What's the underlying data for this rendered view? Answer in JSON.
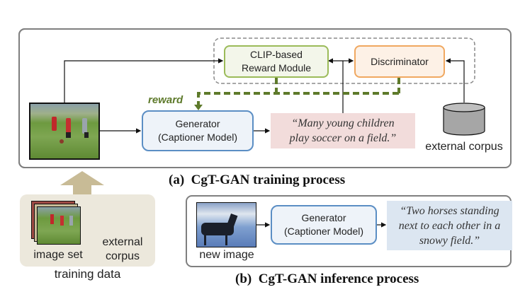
{
  "training": {
    "title": "(a)  CgT-GAN training process",
    "clip_module": {
      "line1": "CLIP-based",
      "line2": "Reward Module"
    },
    "discriminator": "Discriminator",
    "generator": {
      "line1": "Generator",
      "line2": "(Captioner Model)"
    },
    "reward_label": "reward",
    "caption": {
      "line1": "“Many young children",
      "line2": "play soccer on a field.”"
    },
    "corpus_label": "external corpus",
    "image_desc": "children playing soccer on a field"
  },
  "training_data": {
    "image_set_label": "image set",
    "corpus_label_line1": "external",
    "corpus_label_line2": "corpus",
    "caption": "training data"
  },
  "inference": {
    "title": "(b)  CgT-GAN inference process",
    "new_image_label": "new image",
    "generator": {
      "line1": "Generator",
      "line2": "(Captioner Model)"
    },
    "caption": {
      "line1": "“Two horses standing",
      "line2": "next to each other in a",
      "line3": "snowy field.”"
    },
    "image_desc": "horse standing in a snowy field"
  },
  "colors": {
    "clip_border": "#9bbb59",
    "discriminator_border": "#f0a860",
    "generator_border": "#5b8ec4",
    "reward_dash": "#5e7a2b",
    "caption_pink": "#f2dcdb",
    "caption_blue": "#dce6f1",
    "training_data_bg": "#ece8dc",
    "upload_arrow": "#c8bb96"
  }
}
